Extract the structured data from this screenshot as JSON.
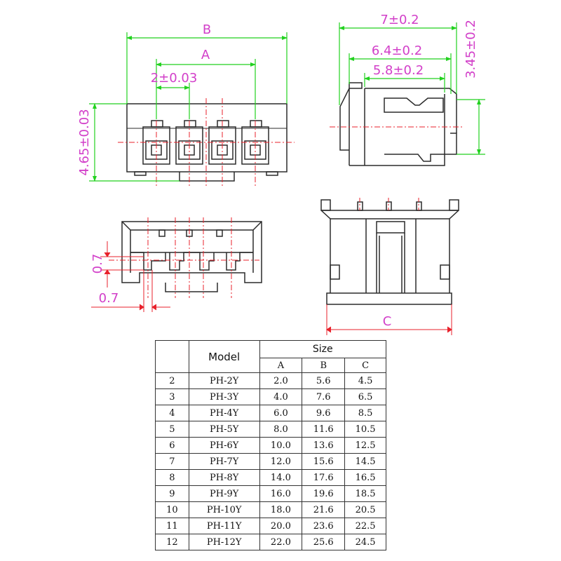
{
  "dimensions": {
    "B": "B",
    "A": "A",
    "pitch": "2±0.03",
    "height_total": "4.65±0.03",
    "depth_total": "7±0.2",
    "depth_mid": "6.4±0.2",
    "depth_inner": "5.8±0.2",
    "height_side": "3.45±0.2",
    "pin_h": "0.7",
    "pin_w": "0.7",
    "C": "C"
  },
  "table": {
    "model_header": "Model",
    "size_header": "Size",
    "sub_headers": [
      "A",
      "B",
      "C"
    ],
    "rows": [
      [
        "2",
        "PH-2Y",
        "2.0",
        "5.6",
        "4.5"
      ],
      [
        "3",
        "PH-3Y",
        "4.0",
        "7.6",
        "6.5"
      ],
      [
        "4",
        "PH-4Y",
        "6.0",
        "9.6",
        "8.5"
      ],
      [
        "5",
        "PH-5Y",
        "8.0",
        "11.6",
        "10.5"
      ],
      [
        "6",
        "PH-6Y",
        "10.0",
        "13.6",
        "12.5"
      ],
      [
        "7",
        "PH-7Y",
        "12.0",
        "15.6",
        "14.5"
      ],
      [
        "8",
        "PH-8Y",
        "14.0",
        "17.6",
        "16.5"
      ],
      [
        "9",
        "PH-9Y",
        "16.0",
        "19.6",
        "18.5"
      ],
      [
        "10",
        "PH-10Y",
        "18.0",
        "21.6",
        "20.5"
      ],
      [
        "11",
        "PH-11Y",
        "20.0",
        "23.6",
        "22.5"
      ],
      [
        "12",
        "PH-12Y",
        "22.0",
        "25.6",
        "24.5"
      ]
    ]
  },
  "colors": {
    "outline": "#2b2b2b",
    "dimension_line": "#22d11f",
    "dimension_text": "#d23fc9",
    "center_line": "#e8212b"
  }
}
